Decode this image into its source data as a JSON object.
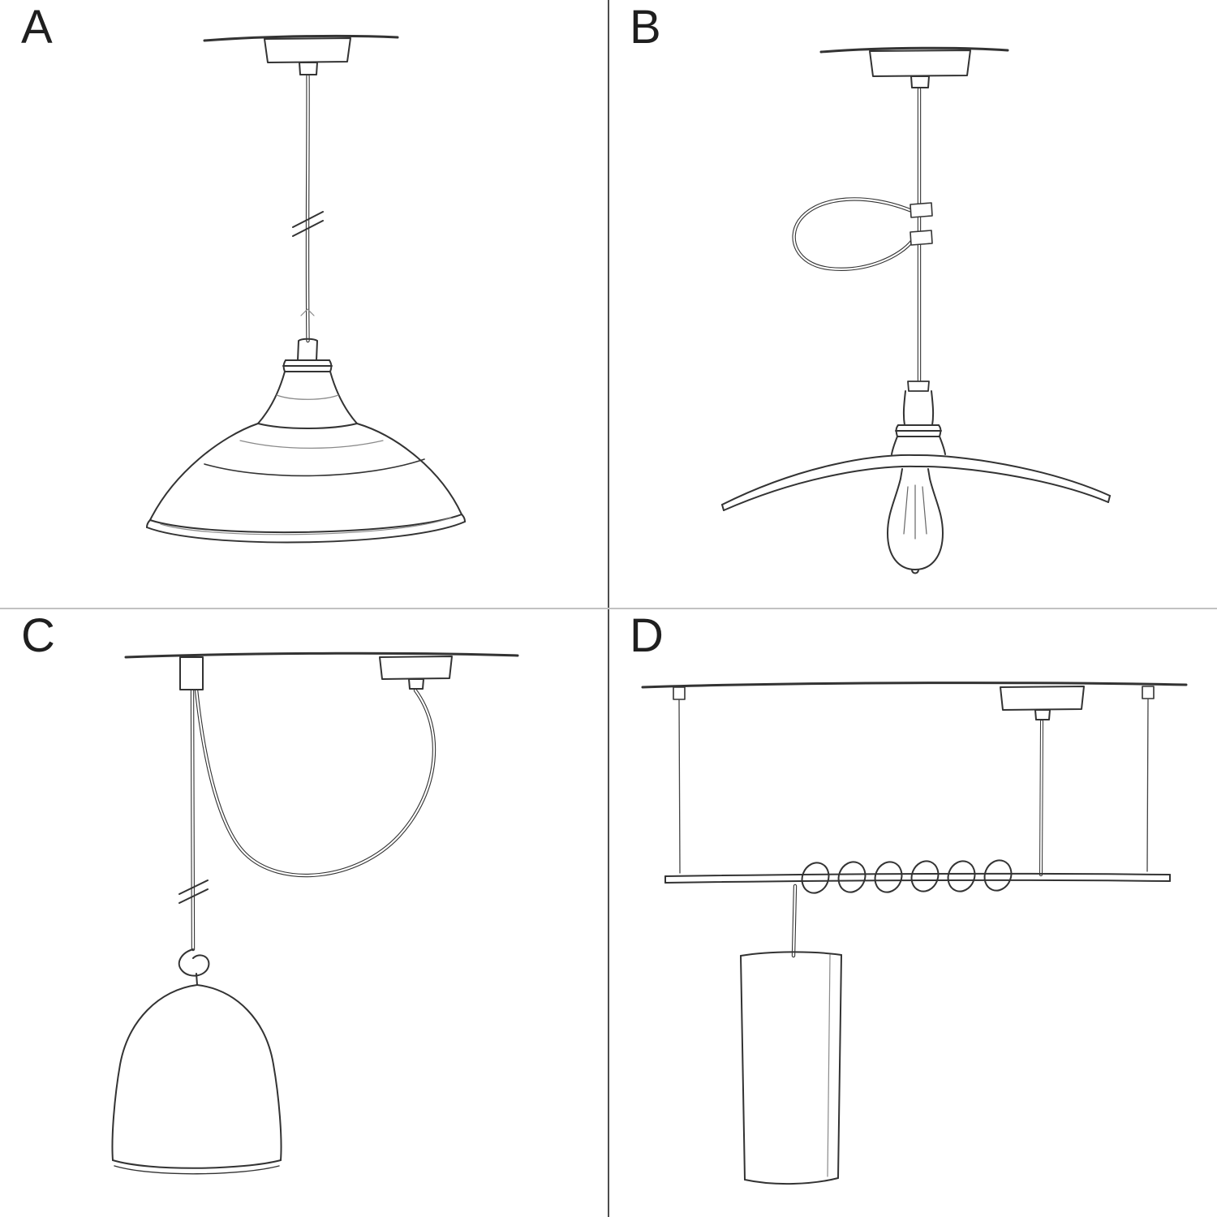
{
  "title": "Pendant lamp installation sketches",
  "colors": {
    "ink": "#333333",
    "ink_light": "#8a8a8a",
    "paper": "#ffffff",
    "divider_v": "#4d4d4d",
    "divider_h": "#c2c2c2",
    "letter": "#1f1f1f"
  },
  "panels": {
    "a": {
      "label": "A",
      "sketch": "pendant with straight cord, adjustable length marks and industrial bowl shade"
    },
    "b": {
      "label": "B",
      "sketch": "pendant with cord, decorative cable clip, flat plate shade and exposed filament bulb"
    },
    "c": {
      "label": "C",
      "sketch": "swag pendant with ceiling hook, length marks, knot and bell dome shade"
    },
    "d": {
      "label": "D",
      "sketch": "ceiling bar suspension with coiled cord and cylinder shade"
    }
  }
}
